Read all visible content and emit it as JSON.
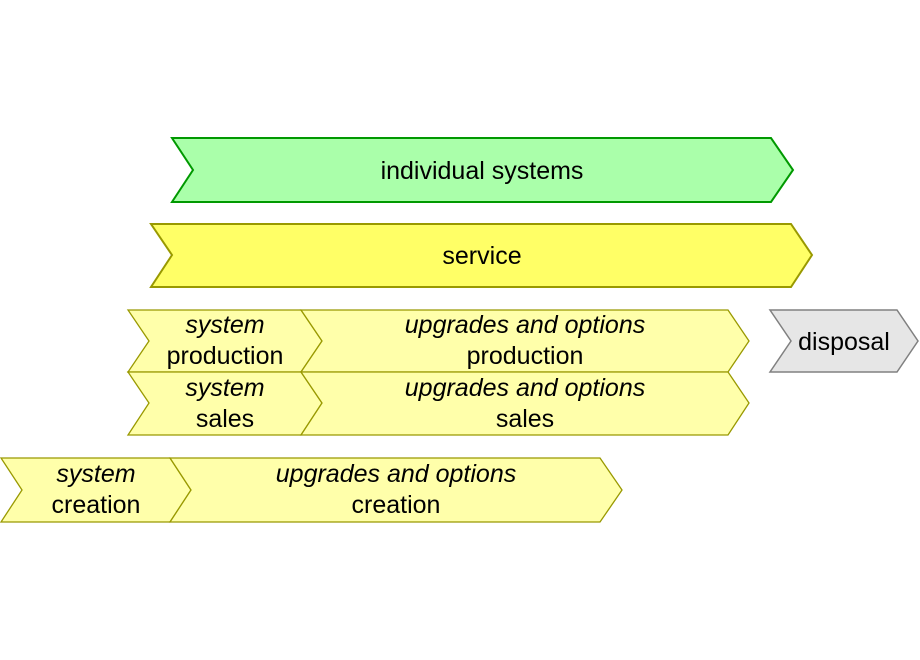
{
  "diagram": {
    "arrows": {
      "individual_systems": {
        "label": "individual systems"
      },
      "service": {
        "label": "service"
      },
      "system_production": {
        "line1": "system",
        "line2": "production"
      },
      "upgrades_and_options_production": {
        "line1": "upgrades and options",
        "line2": "production"
      },
      "system_sales": {
        "line1": "system",
        "line2": "sales"
      },
      "upgrades_and_options_sales": {
        "line1": "upgrades and options",
        "line2": "sales"
      },
      "disposal": {
        "label": "disposal"
      },
      "system_creation": {
        "line1": "system",
        "line2": "creation"
      },
      "upgrades_and_options_creation": {
        "line1": "upgrades and options",
        "line2": "creation"
      }
    },
    "colors": {
      "green_fill": "#aaffaa",
      "green_border": "#009900",
      "yellow_fill": "#ffff66",
      "light_yellow_fill": "#ffffaa",
      "yellow_border": "#999900",
      "gray_fill": "#e6e6e6",
      "gray_border": "#808080",
      "text_color": "#000000",
      "background": "#ffffff"
    }
  }
}
